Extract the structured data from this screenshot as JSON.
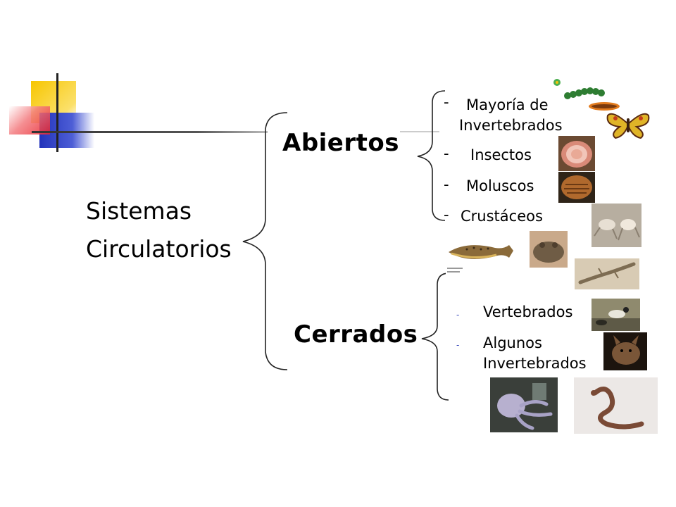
{
  "root": {
    "line1": "Sistemas",
    "line2": "Circulatorios"
  },
  "abiertos": {
    "title": "Abiertos",
    "items": [
      {
        "line1": "Mayoría de",
        "line2": "Invertebrados"
      },
      {
        "label": "Insectos"
      },
      {
        "label": "Moluscos"
      },
      {
        "label": "Crustáceos"
      }
    ]
  },
  "cerrados": {
    "title": "Cerrados",
    "items": [
      {
        "label": "Vertebrados"
      },
      {
        "line1": "Algunos",
        "line2": "Invertebrados"
      }
    ]
  },
  "colors": {
    "deco_yellow": "#f7c600",
    "deco_red": "#e8202a",
    "deco_blue": "#2233bb",
    "brace": "#222222",
    "bullet_blue": "#3344bb"
  }
}
